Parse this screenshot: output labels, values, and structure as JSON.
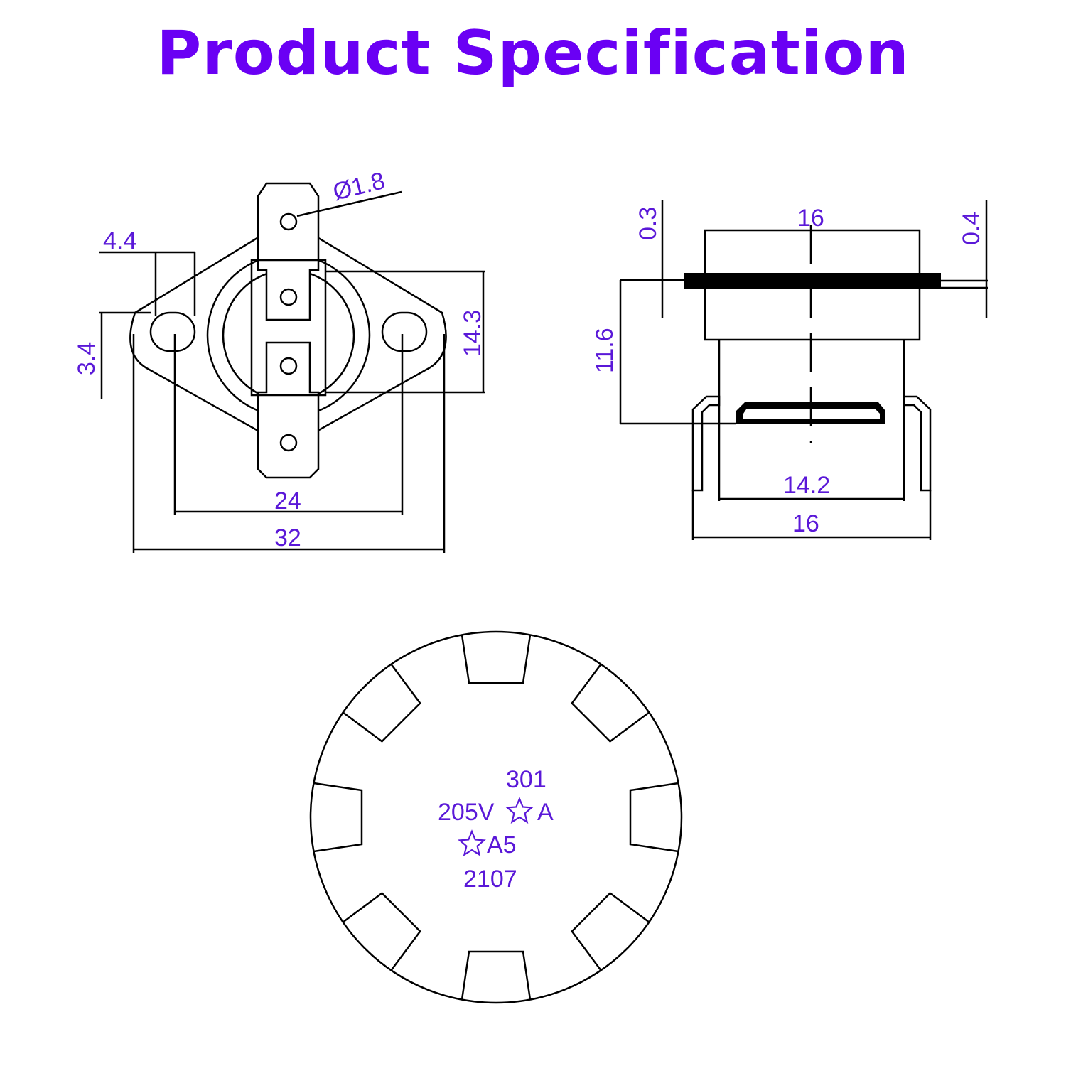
{
  "title": "Product Specification",
  "colors": {
    "title": "#6a00f4",
    "dimension_text": "#5a18d8",
    "outline": "#000000"
  },
  "front_view": {
    "hole_diameter": "Ø1.8",
    "tab_width": "4.4",
    "hole_offset": "3.4",
    "body_height": "14.3",
    "hole_spacing": "24",
    "overall_width": "32"
  },
  "side_view": {
    "cap_width": "16",
    "flange_thickness_left": "0.3",
    "flange_thickness_right": "0.4",
    "height": "11.6",
    "inner_width": "14.2",
    "base_width": "16"
  },
  "bottom_view": {
    "marking_line1": "301",
    "marking_line2_prefix": "205V",
    "marking_line2_suffix": "A",
    "marking_line3": "A5",
    "marking_line4": "2107",
    "star_icon": "star-outline-icon"
  }
}
